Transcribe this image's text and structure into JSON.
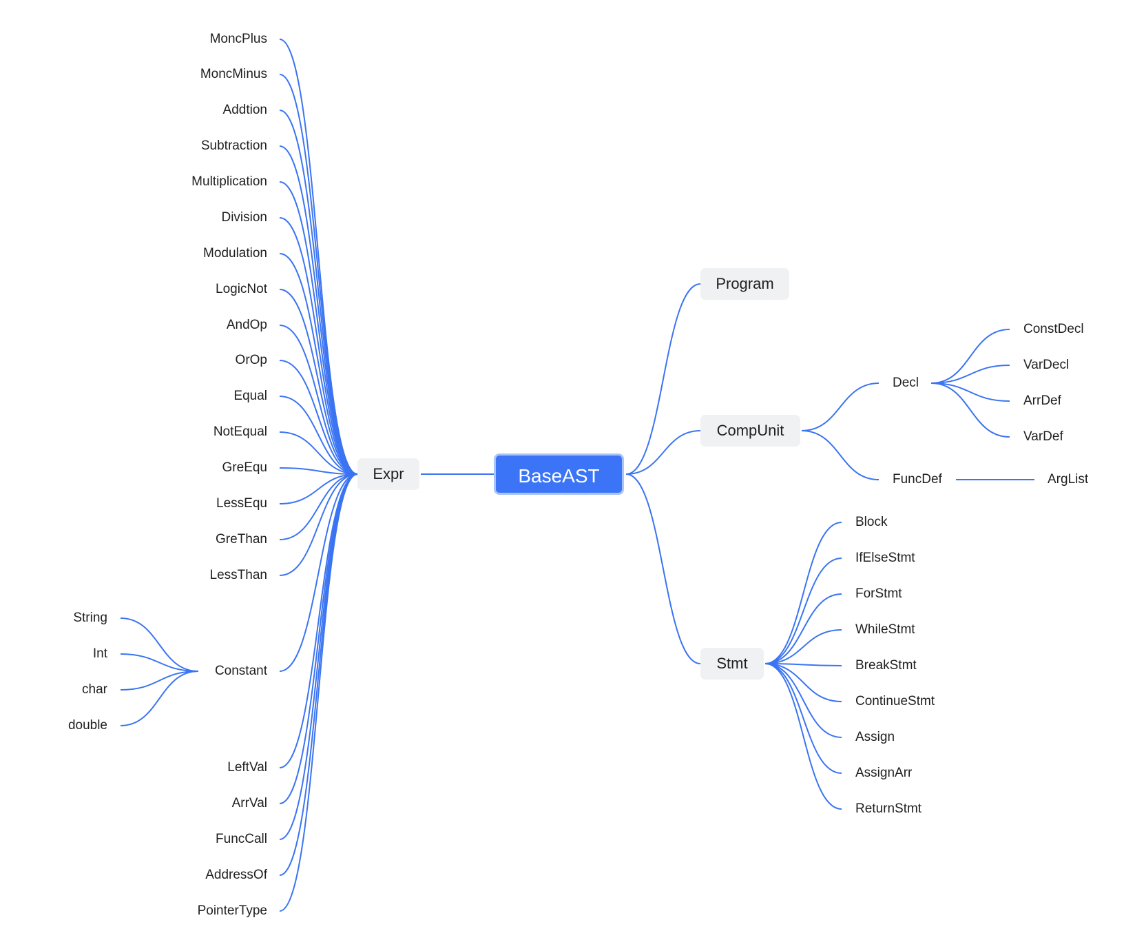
{
  "root": "BaseAST",
  "expr": {
    "label": "Expr",
    "children": [
      "MoncPlus",
      "MoncMinus",
      "Addtion",
      "Subtraction",
      "Multiplication",
      "Division",
      "Modulation",
      "LogicNot",
      "AndOp",
      "OrOp",
      "Equal",
      "NotEqual",
      "GreEqu",
      "LessEqu",
      "GreThan",
      "LessThan",
      "Constant",
      "LeftVal",
      "ArrVal",
      "FuncCall",
      "AddressOf",
      "PointerType"
    ],
    "constant": {
      "label": "Constant",
      "children": [
        "String",
        "Int",
        "char",
        "double"
      ]
    }
  },
  "program": "Program",
  "compunit": {
    "label": "CompUnit",
    "decl": {
      "label": "Decl",
      "children": [
        "ConstDecl",
        "VarDecl",
        "ArrDef",
        "VarDef"
      ]
    },
    "funcdef": {
      "label": "FuncDef",
      "child": "ArgList"
    }
  },
  "stmt": {
    "label": "Stmt",
    "children": [
      "Block",
      "IfElseStmt",
      "ForStmt",
      "WhileStmt",
      "BreakStmt",
      "ContinueStmt",
      "Assign",
      "AssignArr",
      "ReturnStmt"
    ]
  },
  "colors": {
    "edge": "#3b74f2",
    "root_fill": "#3b74f6",
    "node_fill": "#f0f1f3"
  }
}
